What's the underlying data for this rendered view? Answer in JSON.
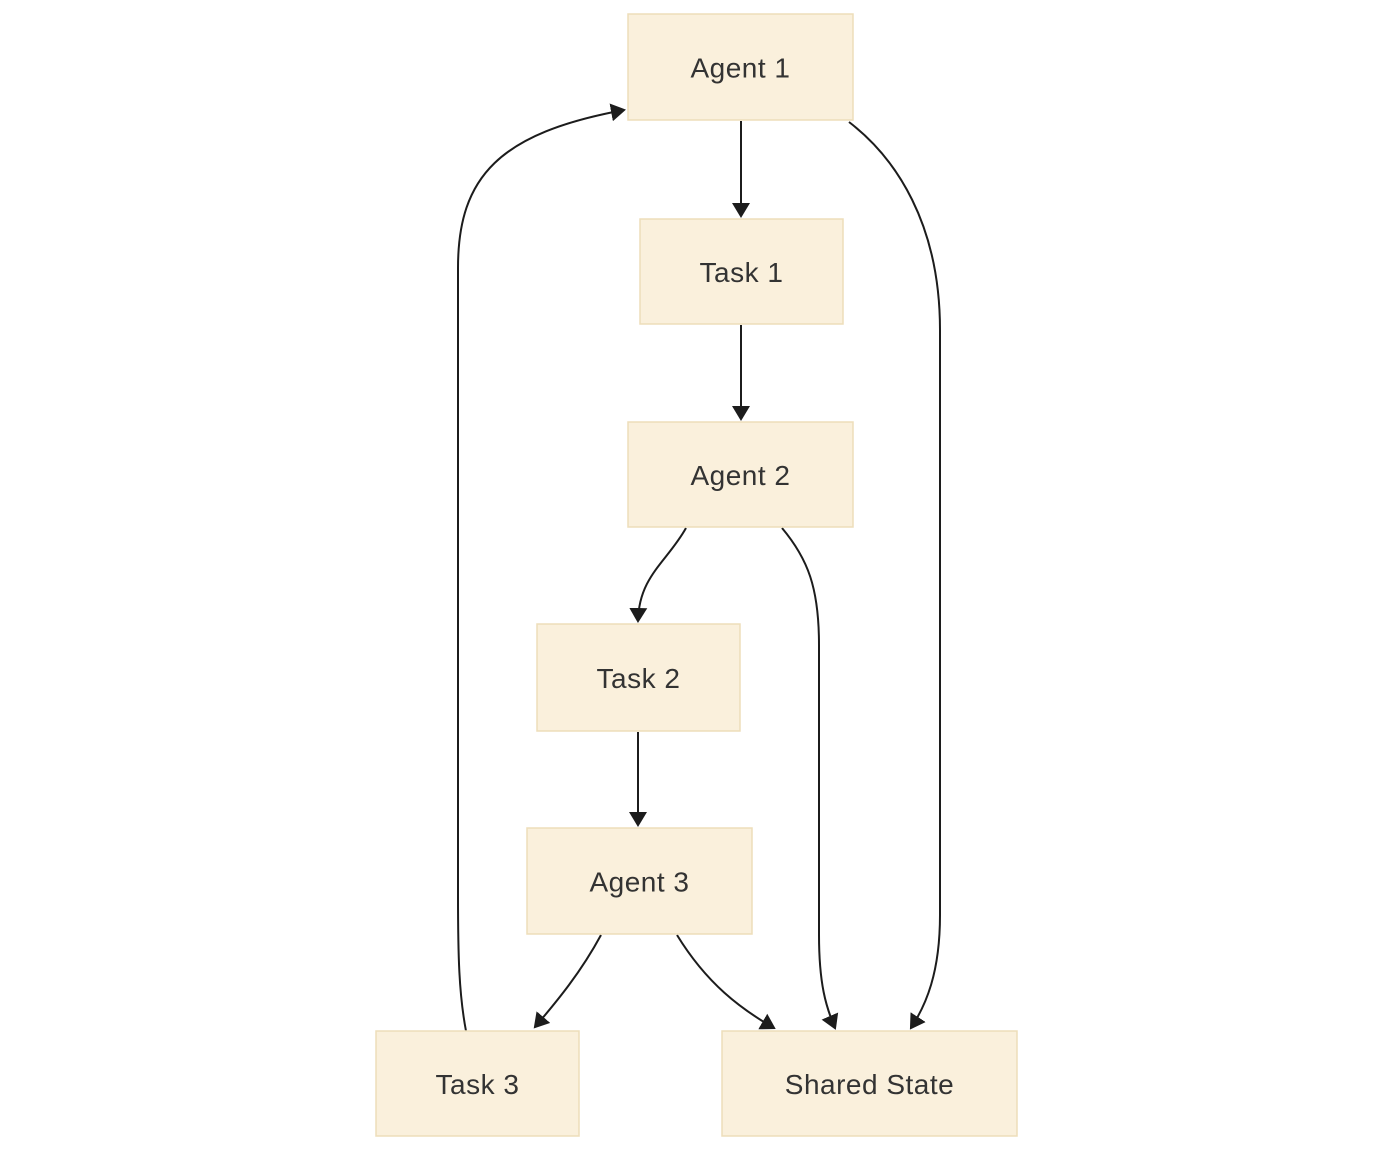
{
  "diagram": {
    "type": "flowchart",
    "direction": "top-down",
    "nodes": [
      {
        "id": "agent1",
        "label": "Agent 1"
      },
      {
        "id": "task1",
        "label": "Task 1"
      },
      {
        "id": "agent2",
        "label": "Agent 2"
      },
      {
        "id": "task2",
        "label": "Task 2"
      },
      {
        "id": "agent3",
        "label": "Agent 3"
      },
      {
        "id": "task3",
        "label": "Task 3"
      },
      {
        "id": "shared_state",
        "label": "Shared State"
      }
    ],
    "edges": [
      {
        "from": "Agent 1",
        "to": "Task 1",
        "arrow": true
      },
      {
        "from": "Task 1",
        "to": "Agent 2",
        "arrow": true
      },
      {
        "from": "Agent 2",
        "to": "Task 2",
        "arrow": true
      },
      {
        "from": "Task 2",
        "to": "Agent 3",
        "arrow": true
      },
      {
        "from": "Agent 3",
        "to": "Task 3",
        "arrow": true
      },
      {
        "from": "Agent 3",
        "to": "Shared State",
        "arrow": true
      },
      {
        "from": "Agent 2",
        "to": "Shared State",
        "arrow": true
      },
      {
        "from": "Agent 1",
        "to": "Shared State",
        "arrow": true
      },
      {
        "from": "Task 3",
        "to": "Agent 1",
        "arrow": true
      }
    ],
    "colors": {
      "background": "#ffffff",
      "node_fill": "#faf0dc",
      "node_border": "#eddeba",
      "text": "#333333",
      "edge": "#1c1c1c"
    }
  }
}
